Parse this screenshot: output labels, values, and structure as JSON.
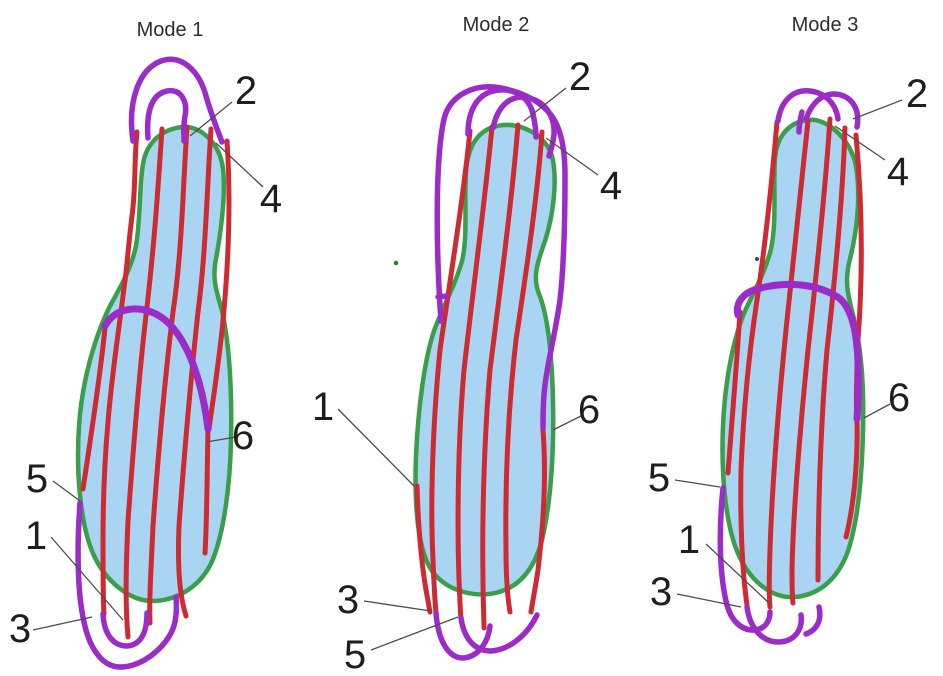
{
  "colors": {
    "region_fill": "#a9d4f2",
    "boundary_green": "#3a9e4b",
    "pass_red": "#cd2a32",
    "transition_purple": "#9c2cc7",
    "label_text": "#1e1e1e",
    "leader_line": "#4d4d4d",
    "background": "#ffffff"
  },
  "modes": [
    {
      "title": "Mode 1",
      "labels": {
        "n1": "1",
        "n2": "2",
        "n3": "3",
        "n4": "4",
        "n5": "5",
        "n6": "6"
      }
    },
    {
      "title": "Mode 2",
      "labels": {
        "n1": "1",
        "n2": "2",
        "n3": "3",
        "n4": "4",
        "n5": "5",
        "n6": "6"
      }
    },
    {
      "title": "Mode 3",
      "labels": {
        "n1": "1",
        "n2": "2",
        "n3": "3",
        "n4": "4",
        "n5": "5",
        "n6": "6"
      }
    }
  ]
}
